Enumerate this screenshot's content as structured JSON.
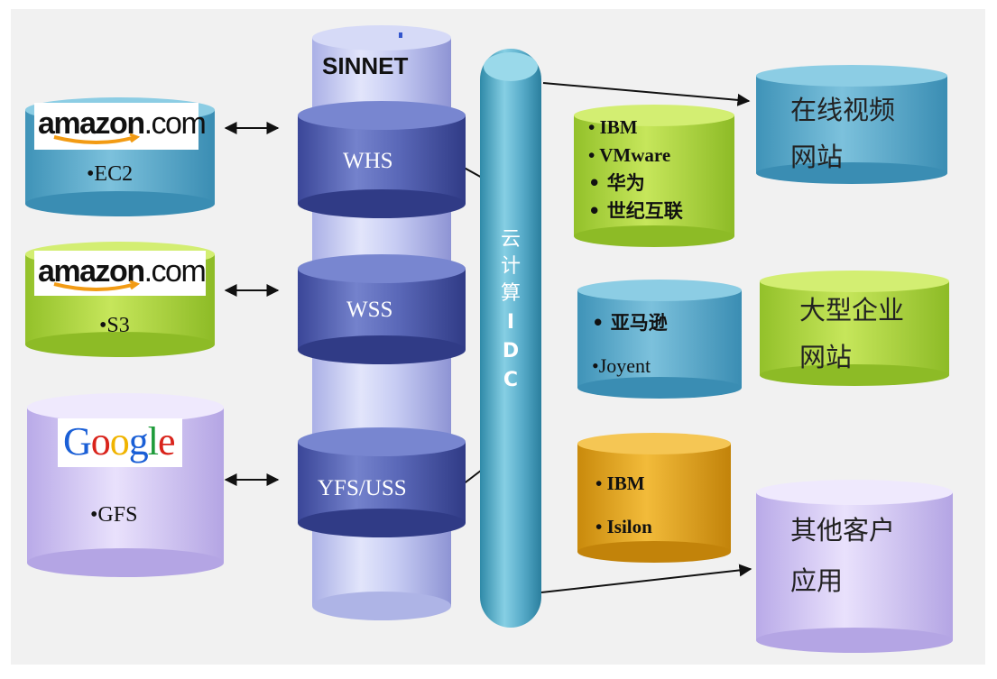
{
  "center_column": {
    "top_label": "SINNET",
    "rings": [
      {
        "label": "WHS"
      },
      {
        "label": "WSS"
      },
      {
        "label": "YFS/USS"
      }
    ]
  },
  "left_nodes": [
    {
      "logo": "amazon",
      "logo_word": "amazon",
      "logo_suffix": ".com",
      "item": "EC2",
      "color": "#4fa3c5"
    },
    {
      "logo": "amazon",
      "logo_word": "amazon",
      "logo_suffix": ".com",
      "item": "S3",
      "color": "#a9d33a"
    },
    {
      "logo": "google",
      "logo_letters": [
        "G",
        "o",
        "o",
        "g",
        "l",
        "e"
      ],
      "item": "GFS",
      "color": "#cfc0f0"
    }
  ],
  "pillar": {
    "chars": [
      "云",
      "计",
      "算",
      "I",
      "D",
      "C"
    ],
    "color": "#4fa3c5"
  },
  "vendor_groups": [
    {
      "items": [
        "IBM",
        "VMware",
        "华为",
        "世纪互联"
      ],
      "color": "#a9d33a"
    },
    {
      "items": [
        "亚马逊",
        "Joyent"
      ],
      "color": "#4fa3c5"
    },
    {
      "items": [
        "IBM",
        "Isilon"
      ],
      "color": "#e0a018"
    }
  ],
  "targets": [
    {
      "lines": [
        "在线视频",
        "网站"
      ],
      "color": "#4fa3c5"
    },
    {
      "lines": [
        "大型企业",
        "网站"
      ],
      "color": "#a9d33a"
    },
    {
      "lines": [
        "其他客户",
        "应用"
      ],
      "color": "#cfc0f0"
    }
  ],
  "bullet": "•",
  "google_colors": [
    "#1a5fd6",
    "#d9241c",
    "#f0b400",
    "#1a5fd6",
    "#1e9b3a",
    "#d9241c"
  ]
}
